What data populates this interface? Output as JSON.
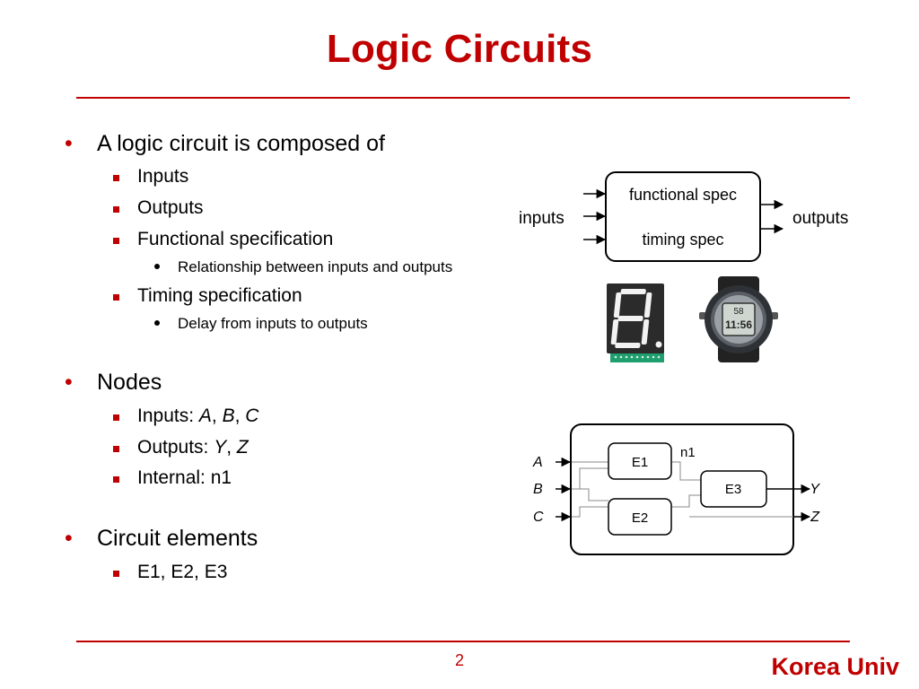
{
  "title": "Logic Circuits",
  "page_number": "2",
  "brand": "Korea Univ",
  "bullets": {
    "b1": "A logic circuit is composed of",
    "b1_inputs": "Inputs",
    "b1_outputs": "Outputs",
    "b1_func": "Functional specification",
    "b1_func_sub": "Relationship between inputs and outputs",
    "b1_timing": "Timing specification",
    "b1_timing_sub": "Delay from inputs to outputs",
    "b2": "Nodes",
    "b2_inputs_prefix": "Inputs: ",
    "b2_inputs_a": "A",
    "b2_inputs_b": "B",
    "b2_inputs_c": "C",
    "b2_outputs_prefix": "Outputs: ",
    "b2_outputs_y": "Y",
    "b2_outputs_z": "Z",
    "b2_internal": "Internal: n1",
    "b3": "Circuit elements",
    "b3_elements": "E1, E2, E3",
    "sep": ", "
  },
  "block_diagram": {
    "inputs_label": "inputs",
    "outputs_label": "outputs",
    "functional_spec": "functional spec",
    "timing_spec": "timing spec"
  },
  "circuit_diagram": {
    "input_a": "A",
    "input_b": "B",
    "input_c": "C",
    "e1": "E1",
    "e2": "E2",
    "e3": "E3",
    "n1": "n1",
    "output_y": "Y",
    "output_z": "Z"
  },
  "watch_display": {
    "top": "58",
    "bottom": "11:56"
  },
  "colors": {
    "accent": "#c00000",
    "pcb_green": "#1f9e6e",
    "display_body": "#2b2b2b"
  }
}
